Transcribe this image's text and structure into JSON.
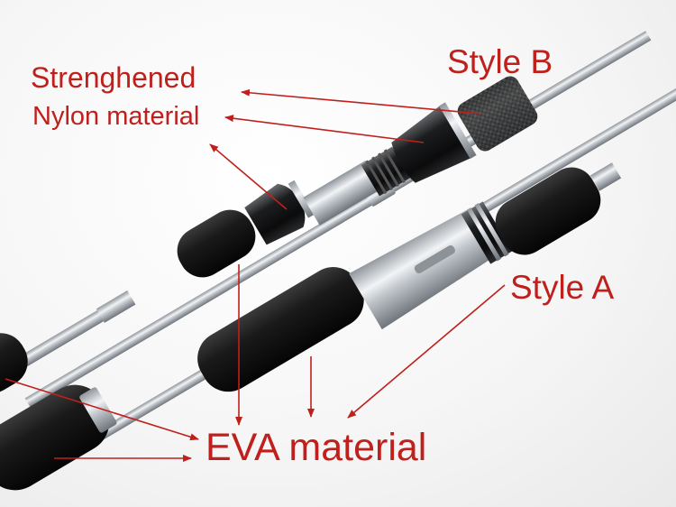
{
  "labels": {
    "style_b": "Style B",
    "strenghened": "Strenghened",
    "nylon_material": "Nylon material",
    "style_a": "Style A",
    "eva_material": "EVA material"
  },
  "colors": {
    "annotation": "#c0201c",
    "foam": "#111111",
    "silver": "#c8ccd0",
    "background": "#f4f4f4"
  },
  "icons": {
    "arrow": "red-arrow-icon"
  }
}
